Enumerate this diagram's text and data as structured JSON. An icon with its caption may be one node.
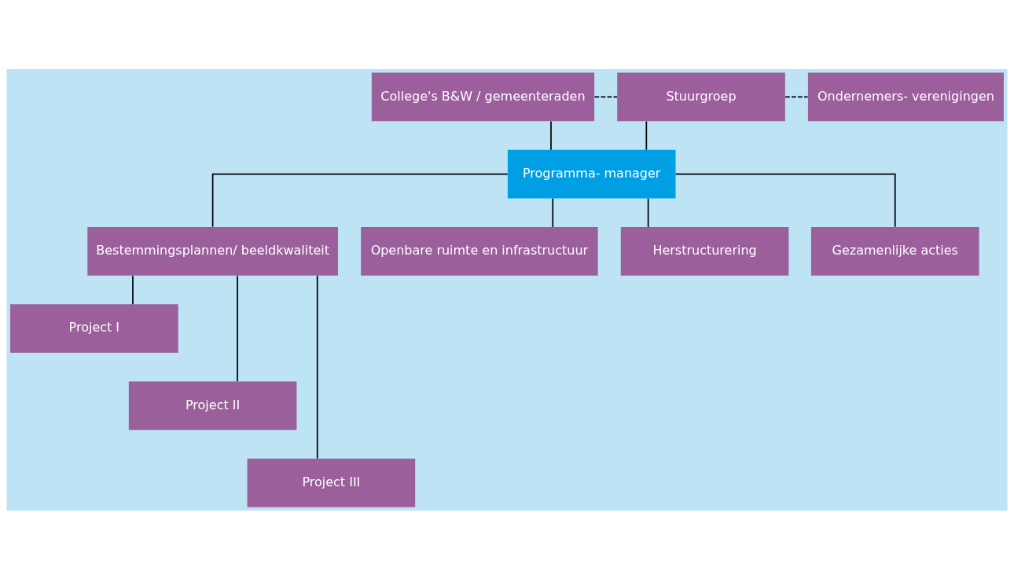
{
  "diagram": {
    "nodes": [
      {
        "text": [
          "College's B&W / gemeenteraden"
        ]
      },
      {
        "text": [
          "Stuurgroep"
        ]
      },
      {
        "text": [
          "Ondernemers- verenigingen"
        ]
      },
      {
        "text": [
          "Programma- manager"
        ]
      },
      {
        "text": [
          "Bestemmingsplannen/ beeldkwaliteit"
        ]
      },
      {
        "text": [
          "Openbare ruimte en infrastructuur"
        ]
      },
      {
        "text": [
          "Herstructurering"
        ]
      },
      {
        "text": [
          "Gezamenlijke acties"
        ]
      },
      {
        "text": [
          "Project I"
        ]
      },
      {
        "text": [
          "Project II"
        ]
      },
      {
        "text": [
          "Project III"
        ]
      }
    ],
    "edges": [
      {
        "from": 0,
        "to": 1,
        "arrow": "none",
        "style": "dashed"
      },
      {
        "from": 1,
        "to": 2,
        "arrow": "none",
        "style": "dashed"
      },
      {
        "from": 0,
        "to": 3,
        "arrow": "none"
      },
      {
        "from": 1,
        "to": 3,
        "arrow": "none"
      },
      {
        "from": 3,
        "to": 4,
        "arrow": "none"
      },
      {
        "from": 3,
        "to": 5,
        "arrow": "none"
      },
      {
        "from": 3,
        "to": 6,
        "arrow": "none"
      },
      {
        "from": 3,
        "to": 7,
        "arrow": "none"
      },
      {
        "from": 4,
        "to": 8,
        "arrow": "none"
      },
      {
        "from": 4,
        "to": 9,
        "arrow": "none"
      },
      {
        "from": 4,
        "to": 10,
        "arrow": "none"
      }
    ]
  }
}
